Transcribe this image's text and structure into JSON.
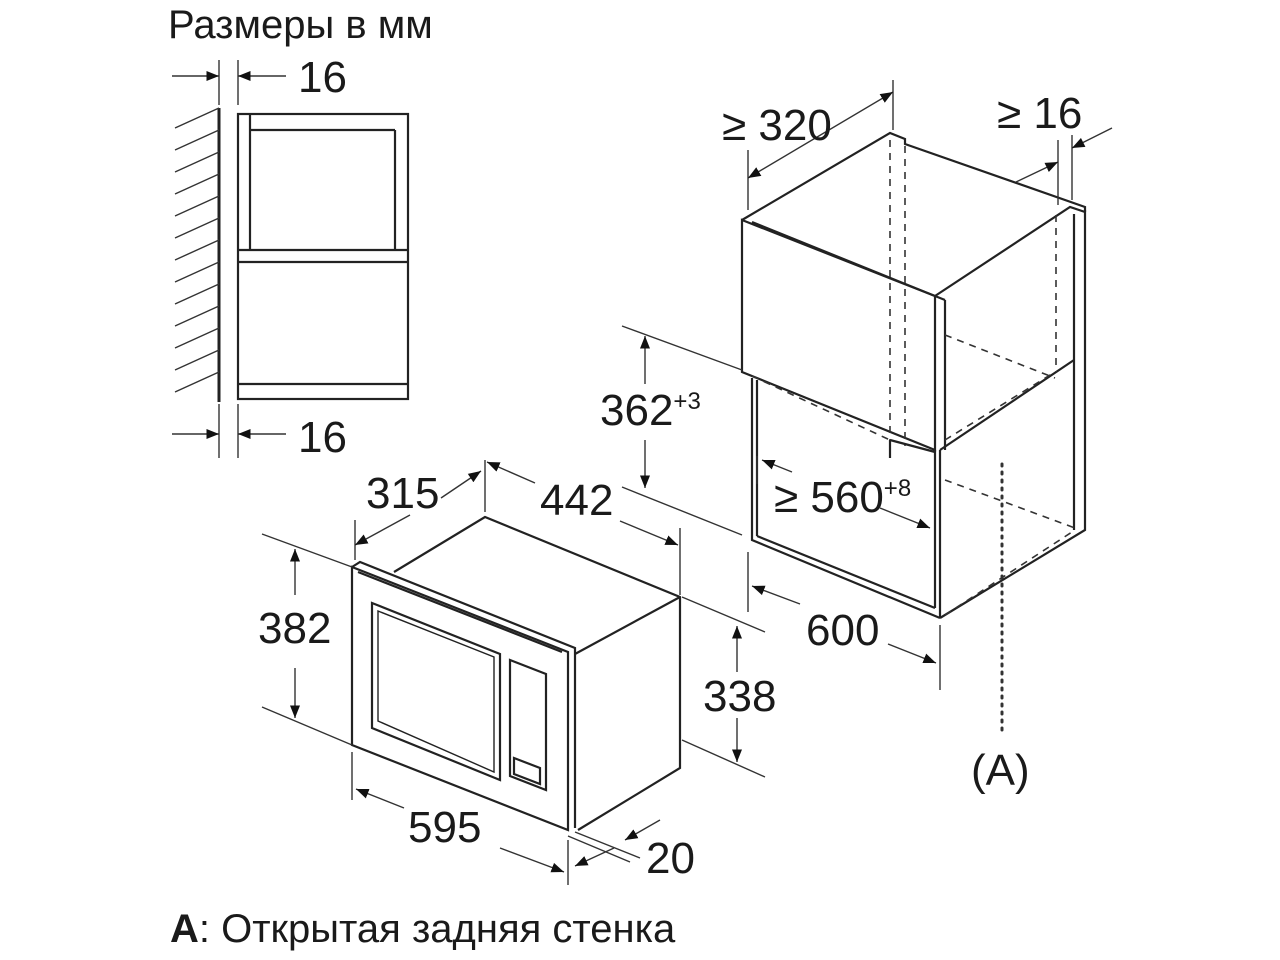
{
  "title": "Размеры в мм",
  "footnote_key": "A",
  "footnote_text": ": Открытая задняя стенка",
  "side_view": {
    "dim_top": "16",
    "dim_bottom": "16"
  },
  "niche": {
    "depth_min": "≥ 320",
    "side_gap_min": "≥ 16",
    "opening_height": "362",
    "opening_height_tol": "+3",
    "opening_width": "≥ 560",
    "opening_width_tol": "+8",
    "cabinet_width": "600",
    "rear_marker": "(A)"
  },
  "appliance": {
    "depth": "315",
    "body_width": "442",
    "front_height": "382",
    "body_height": "338",
    "front_width": "595",
    "front_thickness": "20"
  }
}
